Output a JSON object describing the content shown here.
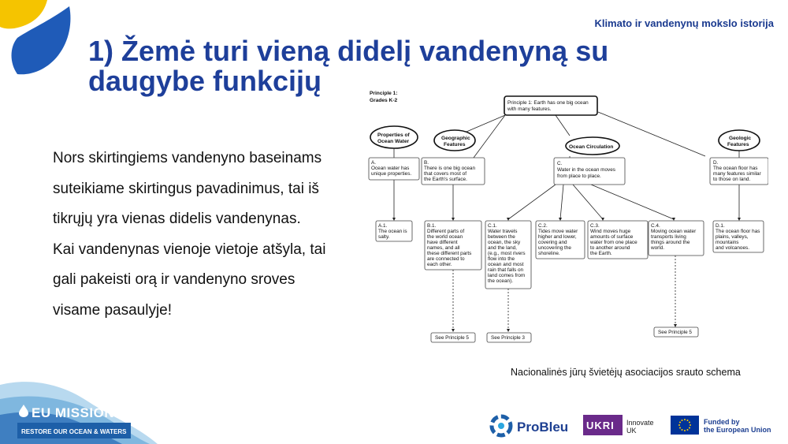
{
  "header": {
    "tag": "Klimato ir vandenynų mokslo istorija"
  },
  "title": "1) Žemė turi vieną didelį vandenyną su daugybe funkcijų",
  "body": {
    "paragraph1": "Nors skirtingiems vandenyno baseinams suteikiame skirtingus pavadinimus, tai iš tikrųjų yra vienas didelis vandenynas.",
    "paragraph2": "Kai vandenynas vienoje vietoje atšyla, tai gali pakeisti orą ir vandenyno sroves visame pasaulyje!"
  },
  "diagram": {
    "heading_line1": "Principle 1:",
    "heading_line2": "Grades K-2",
    "root": [
      "Principle 1: Earth has one big ocean",
      "with many features."
    ],
    "ovals": {
      "properties": [
        "Properties of",
        "Ocean Water"
      ],
      "geographic": [
        "Geographic",
        "Features"
      ],
      "circulation": [
        "Ocean Circulation"
      ],
      "geologic": [
        "Geologic",
        "Features"
      ]
    },
    "nodes": {
      "A": [
        "A.",
        "Ocean water has",
        "unique properties."
      ],
      "B": [
        "B.",
        "There is one big ocean",
        "that covers most of",
        "the Earth's surface."
      ],
      "C": [
        "C.",
        "Water in the ocean moves",
        "from place to place."
      ],
      "D": [
        "D.",
        "The ocean floor has",
        "many features similar",
        "to those on land."
      ],
      "A1": [
        "A.1.",
        "The ocean is",
        "salty."
      ],
      "B1": [
        "B.1.",
        "Different parts of",
        "the world ocean",
        "have different",
        "names, and all",
        "these different parts",
        "are connected to",
        "each other."
      ],
      "C1": [
        "C.1.",
        "Water travels",
        "between the",
        "ocean, the sky",
        "and the land,",
        "(e.g., most rivers",
        "flow into the",
        "ocean and most",
        "rain that falls on",
        "land comes from",
        "the ocean)."
      ],
      "C2": [
        "C.2.",
        "Tides move water",
        "higher and lower,",
        "covering and",
        "uncovering the",
        "shoreline."
      ],
      "C3": [
        "C.3.",
        "Wind moves huge",
        "amounts of surface",
        "water from one place",
        "to another around",
        "the Earth."
      ],
      "C4": [
        "C.4.",
        "Moving ocean water",
        "transports living",
        "things around the",
        "world."
      ],
      "D1": [
        "D.1.",
        "The ocean floor has",
        "plains, valleys,",
        "mountains",
        "and volcanoes."
      ]
    },
    "see": {
      "p5a": "See Principle 5",
      "p3": "See Principle 3",
      "p5b": "See Principle 5"
    }
  },
  "caption": "Nacionalinės jūrų švietėjų asociacijos srauto schema",
  "footer": {
    "eu_missions_line1": "EU MISSIONS",
    "eu_missions_line2": "RESTORE OUR OCEAN & WATERS",
    "probleu": "ProBleu",
    "ukri": "UKRI",
    "innovate_line1": "Innovate",
    "innovate_line2": "UK",
    "funded_line1": "Funded by",
    "funded_line2": "the European Union"
  },
  "colors": {
    "title_blue": "#1e3f9a",
    "logo_yellow": "#f5c400",
    "logo_blue": "#1f5bb8",
    "ukri_purple": "#6a2a8a",
    "eu_flag_blue": "#003399",
    "eu_star_yellow": "#ffcc00"
  }
}
